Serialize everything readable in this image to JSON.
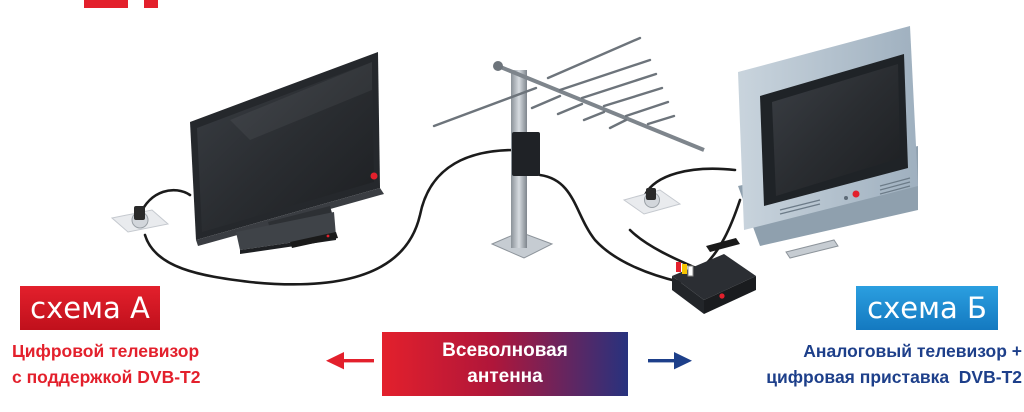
{
  "scheme_a": {
    "badge": "схема А",
    "caption_lines": [
      "Цифровой телевизор",
      "с поддержкой DVB-T2"
    ],
    "color": "#e3202c"
  },
  "scheme_b": {
    "badge": "схема Б",
    "caption_lines": [
      "Аналоговый телевизор +",
      "цифровая приставка  DVB-T2"
    ],
    "color": "#1479c0"
  },
  "center": {
    "label_lines": [
      "Всеволновая",
      "антенна"
    ]
  },
  "icons": [
    "flat-tv-icon",
    "crt-tv-icon",
    "antenna-icon",
    "set-top-box-icon",
    "remote-icon",
    "wall-socket-icon",
    "arrow-left-icon",
    "arrow-right-icon"
  ]
}
